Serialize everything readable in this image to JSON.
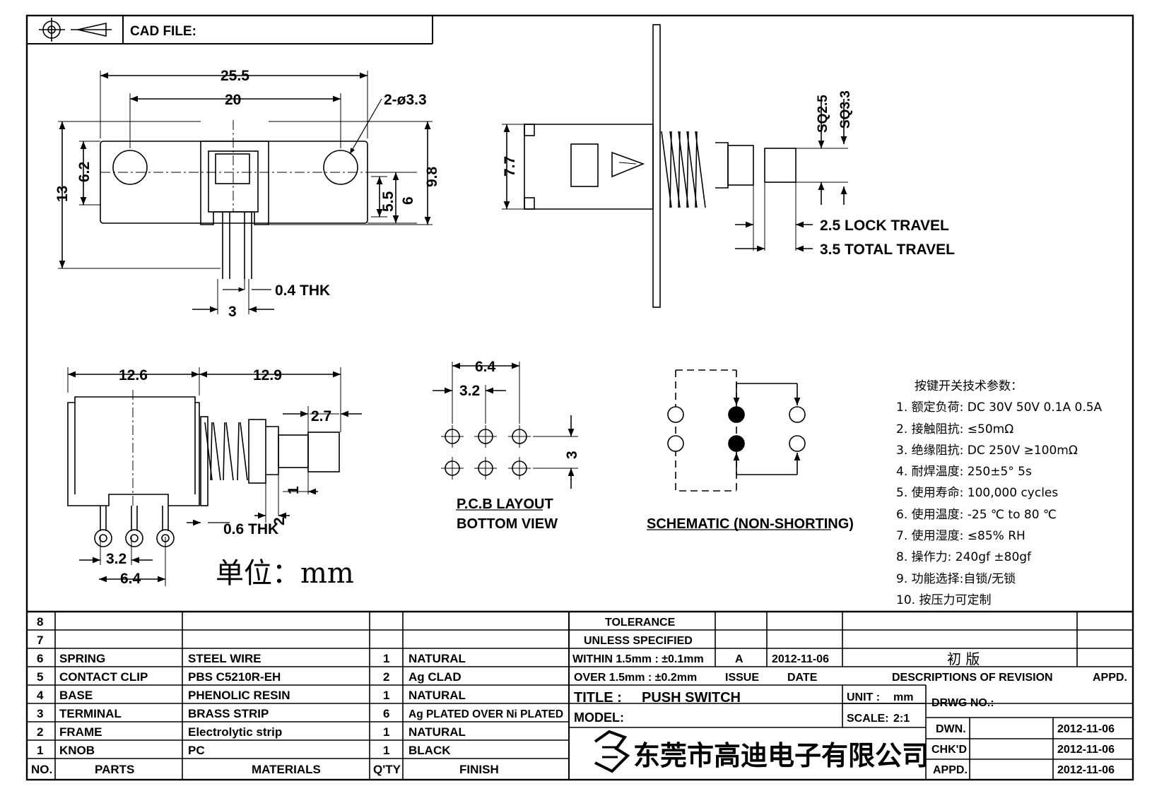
{
  "header": {
    "cad_file_label": "CAD FILE:"
  },
  "top_view": {
    "dims": {
      "overall_width": "25.5",
      "hole_pitch": "20",
      "hole_callout": "2-ø3.3",
      "height_total": "13",
      "height_inner": "6.2",
      "body_height": "9.8",
      "offset_55": "5.5",
      "offset_6": "6",
      "terminal_thk": "0.4 THK",
      "terminal_pitch": "3"
    }
  },
  "side_view": {
    "dims": {
      "height": "7.7",
      "sq_small": "SQ2.5",
      "sq_large": "SQ3.3",
      "lock_travel": "2.5 LOCK TRAVEL",
      "total_travel": "3.5 TOTAL TRAVEL"
    }
  },
  "front_view": {
    "dims": {
      "body_length": "12.6",
      "plunger_length": "12.9",
      "knob_length": "2.7",
      "step_1": "1",
      "step_2": "2",
      "frame_thk": "0.6 THK",
      "pin_pitch": "3.2",
      "pin_span": "6.4"
    },
    "unit_label": "单位：mm"
  },
  "pcb_layout": {
    "dims": {
      "span": "6.4",
      "pitch": "3.2",
      "row_pitch": "3"
    },
    "title": "P.C.B LAYOUT",
    "subtitle": "BOTTOM VIEW"
  },
  "schematic": {
    "title": "SCHEMATIC (NON-SHORTING)"
  },
  "specs": {
    "title": "按键开关技术参数：",
    "items": [
      "1.  额定负荷: DC 30V 50V    0.1A  0.5A",
      "2.  接触阻抗:  ≤50mΩ",
      "3.  绝缘阻抗: DC 250V  ≥100mΩ",
      "4.  耐焊温度: 250±5°    5s",
      "5.  使用寿命: 100,000 cycles",
      "6.  使用温度: -25 ℃  to 80 ℃",
      "7.  使用湿度:  ≤85% RH",
      "8.  操作力: 240gf  ±80gf",
      "9.  功能选择:自锁/无锁",
      "10.  按压力可定制"
    ]
  },
  "bom": {
    "headers": {
      "no": "NO.",
      "parts": "PARTS",
      "materials": "MATERIALS",
      "qty": "Q'TY",
      "finish": "FINISH"
    },
    "rows": [
      {
        "no": "8",
        "part": "",
        "material": "",
        "qty": "",
        "finish": ""
      },
      {
        "no": "7",
        "part": "",
        "material": "",
        "qty": "",
        "finish": ""
      },
      {
        "no": "6",
        "part": "SPRING",
        "material": "STEEL WIRE",
        "qty": "1",
        "finish": "NATURAL"
      },
      {
        "no": "5",
        "part": "CONTACT CLIP",
        "material": "PBS C5210R-EH",
        "qty": "2",
        "finish": "Ag CLAD"
      },
      {
        "no": "4",
        "part": "BASE",
        "material": "PHENOLIC RESIN",
        "qty": "1",
        "finish": "NATURAL"
      },
      {
        "no": "3",
        "part": "TERMINAL",
        "material": "BRASS STRIP",
        "qty": "6",
        "finish": "Ag PLATED OVER Ni PLATED"
      },
      {
        "no": "2",
        "part": "FRAME",
        "material": "Electrolytic strip",
        "qty": "1",
        "finish": "NATURAL"
      },
      {
        "no": "1",
        "part": "KNOB",
        "material": "PC",
        "qty": "1",
        "finish": "BLACK"
      }
    ]
  },
  "title_block": {
    "tolerance_line1": "TOLERANCE",
    "tolerance_line2": "UNLESS  SPECIFIED",
    "tol_within": "WITHIN 1.5mm : ±0.1mm",
    "tol_over": "OVER 1.5mm : ±0.2mm",
    "issue_value": "A",
    "date_value": "2012-11-06",
    "revision_desc": "初 版",
    "issue_label": "ISSUE",
    "date_label": "DATE",
    "desc_label": "DESCRIPTIONS  OF  REVISION",
    "appd_label": "APPD.",
    "title_label": "TITLE :",
    "title_value": "PUSH  SWITCH",
    "unit_label": "UNIT :",
    "unit_value": "mm",
    "drwg_no_label": "DRWG NO.:",
    "model_label": "MODEL:",
    "scale_label": "SCALE:",
    "scale_value": "2:1",
    "company": "东莞市高迪电子有限公司",
    "dwn_label": "DWN.",
    "dwn_date": "2012-11-06",
    "chkd_label": "CHK'D",
    "chkd_date": "2012-11-06",
    "appd2_label": "APPD.",
    "appd_date": "2012-11-06"
  }
}
